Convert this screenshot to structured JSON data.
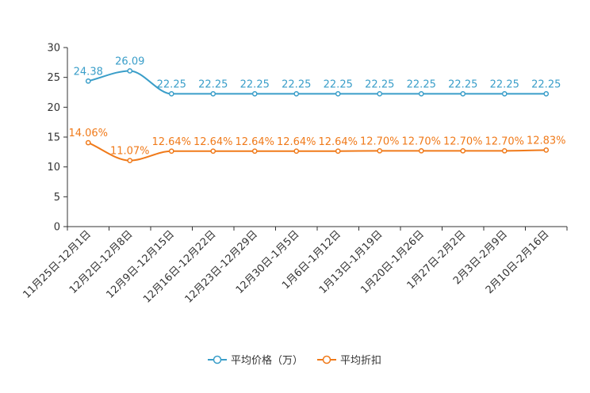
{
  "chart_data": {
    "type": "line",
    "categories": [
      "11月25日-12月1日",
      "12月2日-12月8日",
      "12月9日-12月15日",
      "12月16日-12月22日",
      "12月23日-12月29日",
      "12月30日-1月5日",
      "1月6日-1月12日",
      "1月13日-1月19日",
      "1月20日-1月26日",
      "1月27日-2月2日",
      "2月3日-2月9日",
      "2月10日-2月16日"
    ],
    "series": [
      {
        "name": "平均价格（万）",
        "color": "#3a9ec9",
        "values": [
          24.38,
          26.09,
          22.25,
          22.25,
          22.25,
          22.25,
          22.25,
          22.25,
          22.25,
          22.25,
          22.25,
          22.25
        ],
        "labels": [
          "24.38",
          "26.09",
          "22.25",
          "22.25",
          "22.25",
          "22.25",
          "22.25",
          "22.25",
          "22.25",
          "22.25",
          "22.25",
          "22.25"
        ]
      },
      {
        "name": "平均折扣",
        "color": "#f07a1a",
        "values": [
          14.06,
          11.07,
          12.64,
          12.64,
          12.64,
          12.64,
          12.64,
          12.7,
          12.7,
          12.7,
          12.7,
          12.83
        ],
        "labels": [
          "14.06%",
          "11.07%",
          "12.64%",
          "12.64%",
          "12.64%",
          "12.64%",
          "12.64%",
          "12.70%",
          "12.70%",
          "12.70%",
          "12.70%",
          "12.83%"
        ]
      }
    ],
    "yticks": [
      "0",
      "5",
      "10",
      "15",
      "20",
      "25",
      "30"
    ],
    "ylim": [
      0,
      30
    ],
    "smooth": true,
    "grid": false,
    "legend_position": "bottom-center",
    "axis_color": "#333333"
  }
}
